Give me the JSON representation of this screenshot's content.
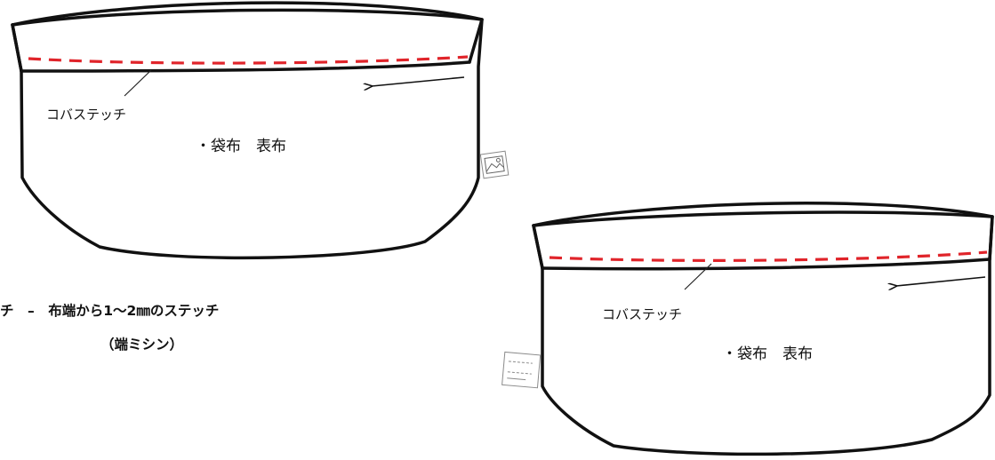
{
  "colors": {
    "outline": "#111111",
    "stitch": "#e0242a",
    "background": "#ffffff"
  },
  "left_bag": {
    "stitch_label": "コバステッチ",
    "part_label": "・袋布　表布",
    "tag_icon": "image-placeholder-icon"
  },
  "right_bag": {
    "stitch_label": "コバステッチ",
    "part_label": "・袋布　表布",
    "tag_icon": "label-tag-icon"
  },
  "definition": {
    "line1": "チ　–　布端から1～2㎜のステッチ",
    "line2": "（端ミシン）"
  }
}
